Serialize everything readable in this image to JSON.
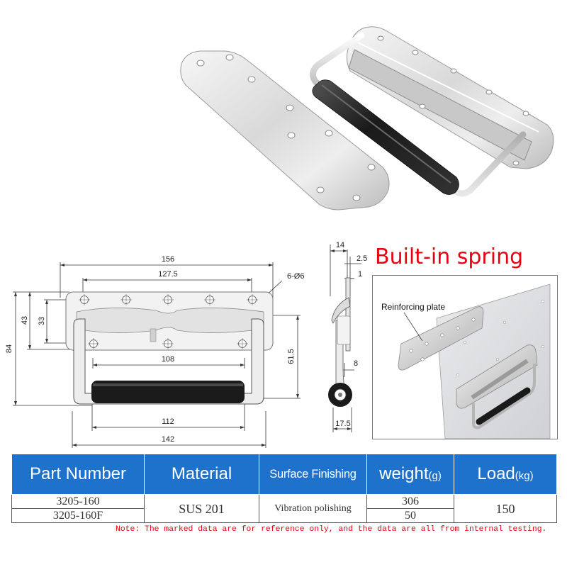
{
  "photo": {
    "part": "stainless-steel-spring-handle-with-reinforcing-plate"
  },
  "drawing": {
    "front": {
      "dims": {
        "overall_top": "156",
        "hole_span": "127.5",
        "hole_callout": "6-Ø6",
        "left_outer": "84",
        "left_43": "43",
        "left_33": "33",
        "inner_108": "108",
        "right_61_5": "61.5",
        "grip_112": "112",
        "bottom_142": "142"
      }
    },
    "side": {
      "dims": {
        "top_14": "14",
        "top_2_5": "2.5",
        "top_1": "1",
        "mid_8": "8",
        "bottom_17_5": "17.5"
      }
    }
  },
  "spring": {
    "title": "Built-in spring",
    "reinforcing_label": "Reinforcing plate"
  },
  "table": {
    "headers": {
      "part_number": "Part Number",
      "material": "Material",
      "surface": "Surface Finishing",
      "weight": "weight",
      "weight_unit": "(g)",
      "load": "Load",
      "load_unit": "(kg)"
    },
    "rows": [
      {
        "part_number": "3205-160",
        "weight": "306"
      },
      {
        "part_number": "3205-160F",
        "weight": "50"
      }
    ],
    "material": "SUS 201",
    "surface": "Vibration polishing",
    "load": "150"
  },
  "note": "Note: The marked data are for reference only, and the data are all from internal testing."
}
